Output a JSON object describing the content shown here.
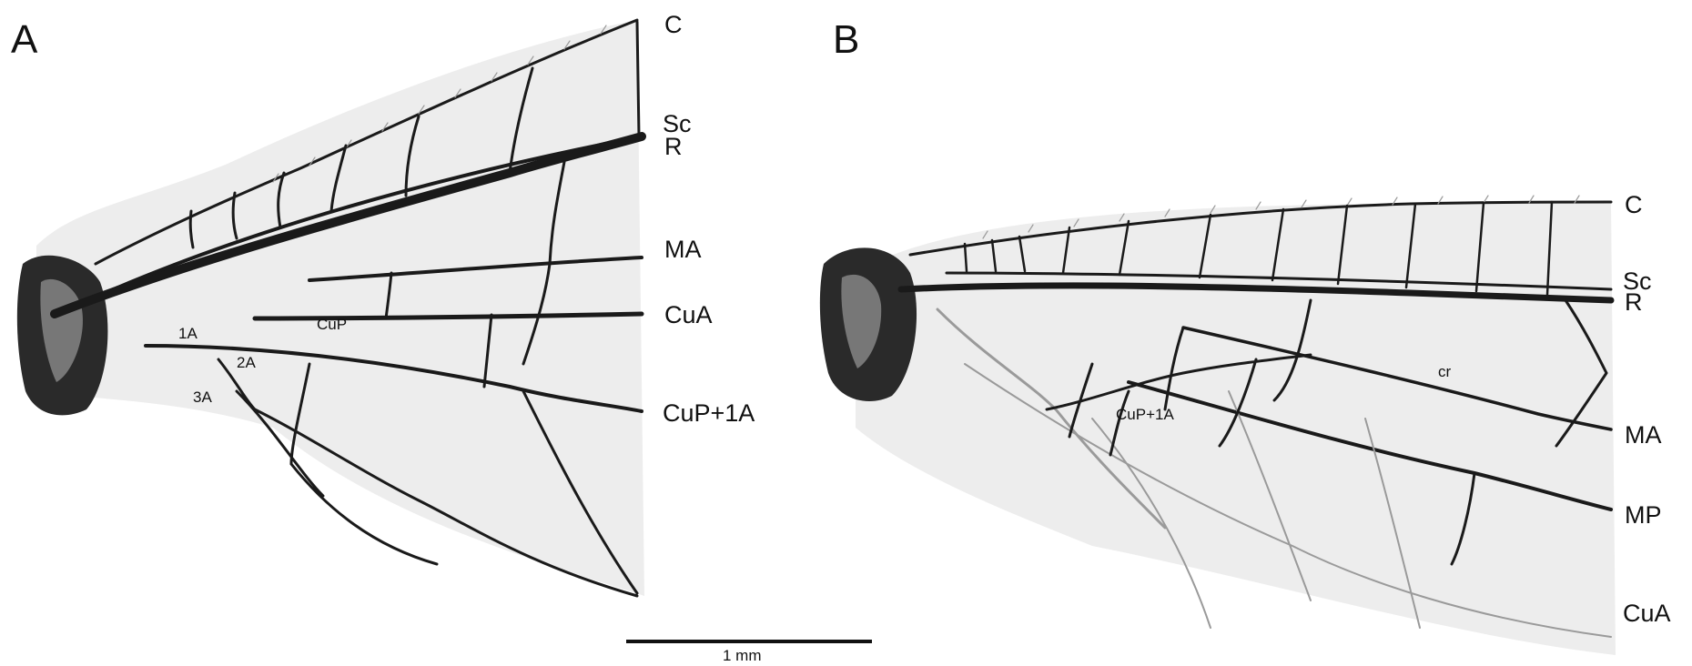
{
  "panels": {
    "a": {
      "letter": "A",
      "veins": {
        "c": "C",
        "sc": "Sc",
        "r": "R",
        "ma": "MA",
        "cua": "CuA",
        "cup_1a": "CuP+1A"
      },
      "inner": {
        "one_a": "1A",
        "two_a": "2A",
        "three_a": "3A",
        "cup": "CuP"
      }
    },
    "b": {
      "letter": "B",
      "veins": {
        "c": "C",
        "sc": "Sc",
        "r": "R",
        "ma": "MA",
        "mp": "MP",
        "cua": "CuA"
      },
      "inner": {
        "cr": "cr",
        "cup_1a": "CuP+1A"
      }
    }
  },
  "scale_bar": {
    "label": "1 mm"
  },
  "colors": {
    "vein": "#1a1a1a",
    "membrane": "#ededed",
    "background": "#ffffff"
  }
}
